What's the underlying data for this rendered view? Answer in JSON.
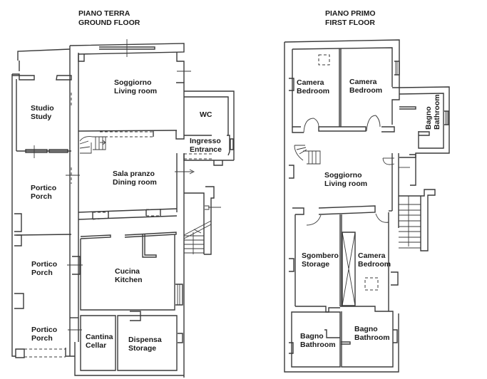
{
  "ground_floor": {
    "title_it": "PIANO TERRA",
    "title_en": "GROUND FLOOR",
    "rooms": [
      {
        "it": "Soggiorno",
        "en": "Living room"
      },
      {
        "it": "Studio",
        "en": "Study"
      },
      {
        "it": "WC",
        "en": ""
      },
      {
        "it": "Ingresso",
        "en": "Entrance"
      },
      {
        "it": "Sala pranzo",
        "en": "Dining room"
      },
      {
        "it": "Portico",
        "en": "Porch"
      },
      {
        "it": "Portico",
        "en": "Porch"
      },
      {
        "it": "Cucina",
        "en": "Kitchen"
      },
      {
        "it": "Portico",
        "en": "Porch"
      },
      {
        "it": "Cantina",
        "en": "Cellar"
      },
      {
        "it": "Dispensa",
        "en": "Storage"
      }
    ]
  },
  "first_floor": {
    "title_it": "PIANO PRIMO",
    "title_en": "FIRST FLOOR",
    "rooms": [
      {
        "it": "Camera",
        "en": "Bedroom"
      },
      {
        "it": "Camera",
        "en": "Bedroom"
      },
      {
        "it": "Bagno",
        "en": "Bathroom"
      },
      {
        "it": "Soggiorno",
        "en": "Living room"
      },
      {
        "it": "Sgombero",
        "en": "Storage"
      },
      {
        "it": "Camera",
        "en": "Bedroom"
      },
      {
        "it": "Bagno",
        "en": "Bathroom"
      },
      {
        "it": "Bagno",
        "en": "Bathroom"
      }
    ]
  }
}
